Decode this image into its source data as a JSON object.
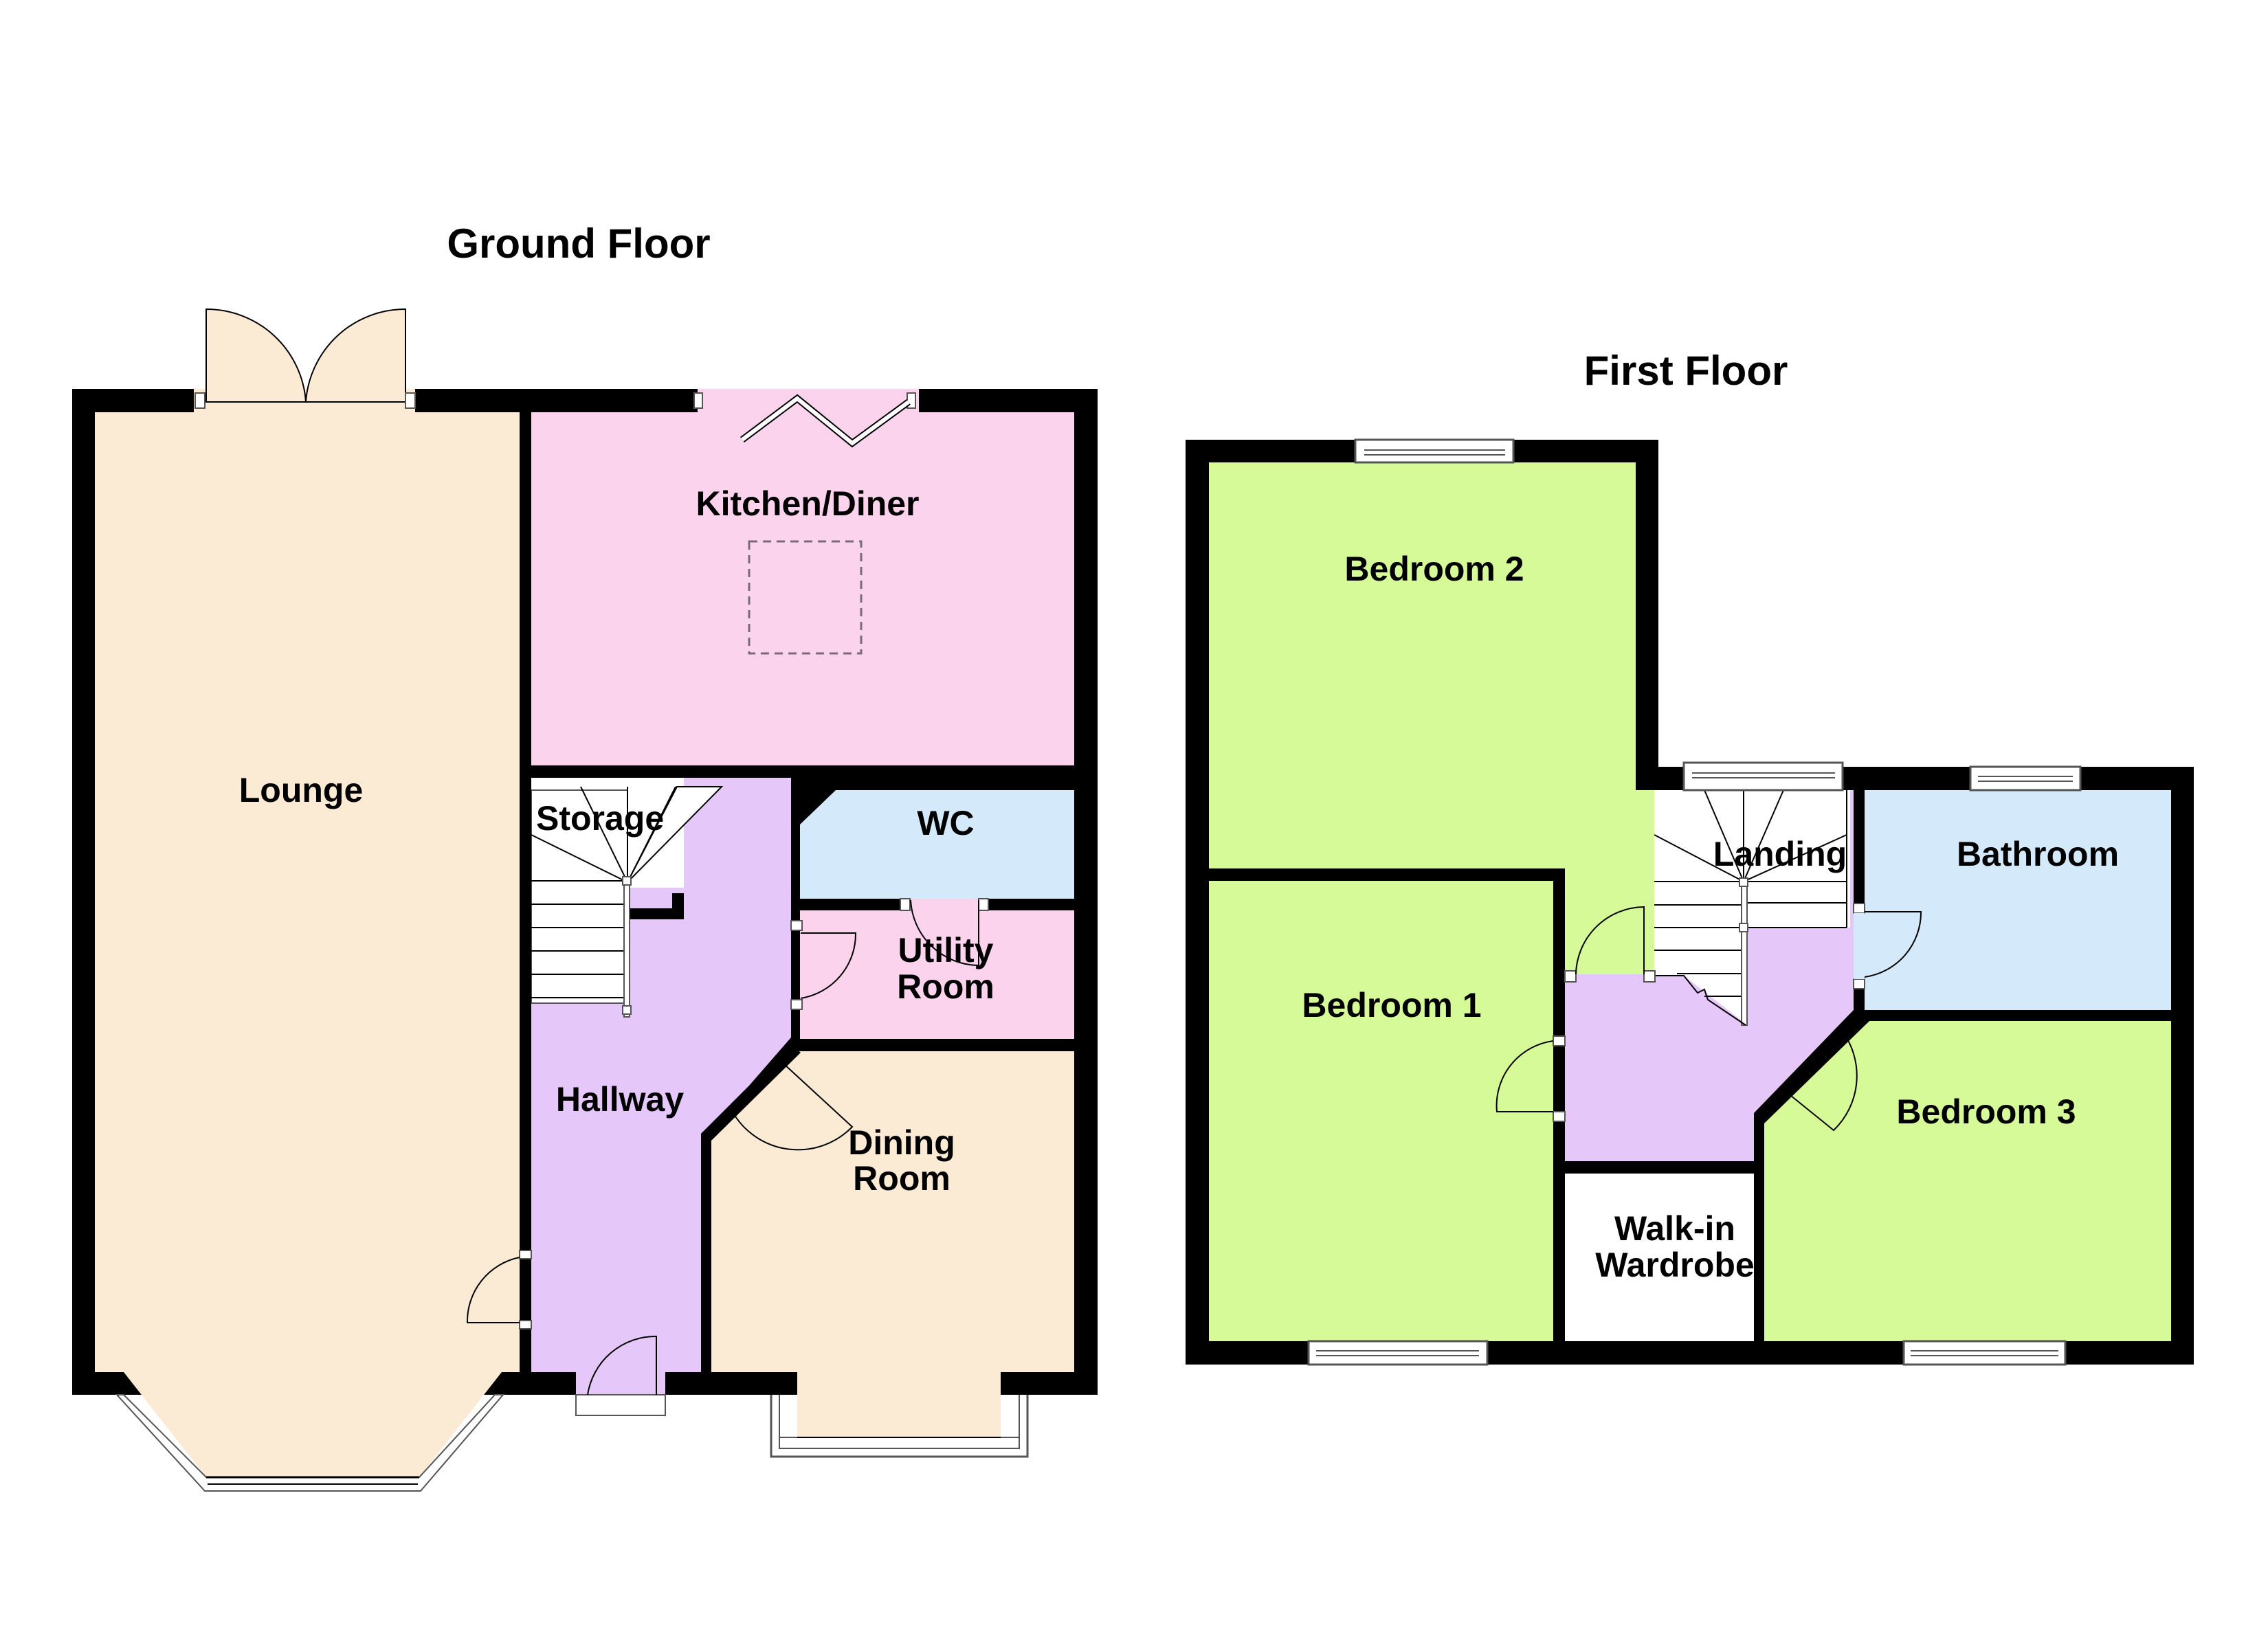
{
  "colors": {
    "wall": "#000000",
    "lounge": "#FCEBD4",
    "dining_room": "#FCEBD4",
    "kitchen_diner": "#FBD3EC",
    "utility_room": "#FBD3EC",
    "hallway": "#E5C7FA",
    "landing": "#E5C7FA",
    "wc": "#D4EAFB",
    "bathroom": "#D4EAFB",
    "bedroom": "#D7FA98",
    "storage": "#FFFFFF",
    "walk_in_wardrobe": "#FFFFFF"
  },
  "ground_floor": {
    "title": "Ground Floor",
    "rooms": {
      "lounge": "Lounge",
      "kitchen_diner": "Kitchen/Diner",
      "storage": "Storage",
      "wc": "WC",
      "utility_line1": "Utility",
      "utility_line2": "Room",
      "hallway": "Hallway",
      "dining_line1": "Dining",
      "dining_line2": "Room"
    }
  },
  "first_floor": {
    "title": "First Floor",
    "rooms": {
      "bedroom_2": "Bedroom 2",
      "bedroom_1": "Bedroom 1",
      "landing": "Landing",
      "bathroom": "Bathroom",
      "bedroom_3": "Bedroom 3",
      "wardrobe_line1": "Walk-in",
      "wardrobe_line2": "Wardrobe"
    }
  }
}
